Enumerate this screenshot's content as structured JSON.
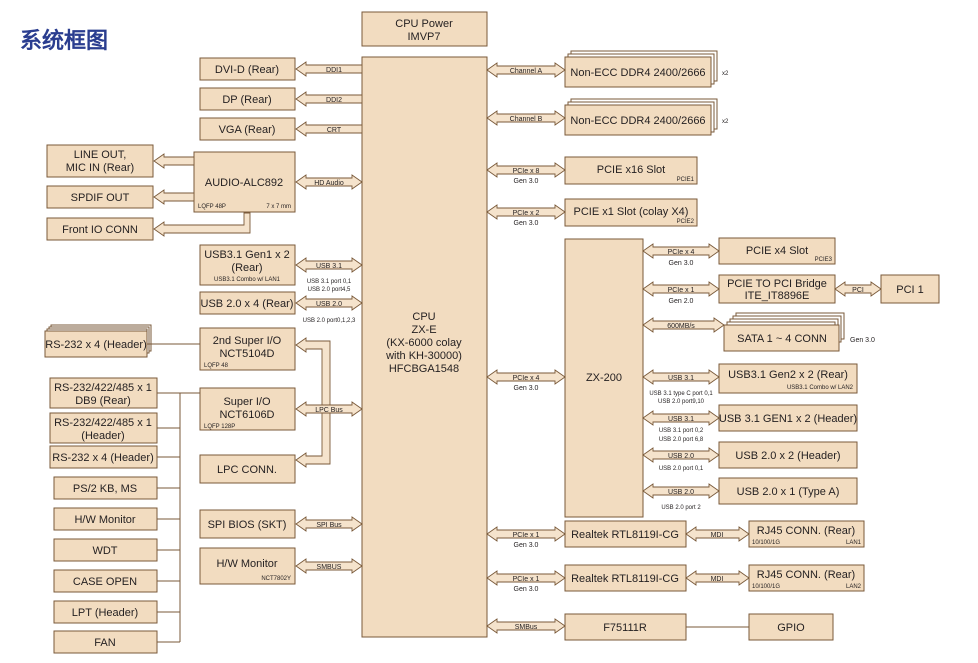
{
  "title": "系统框图",
  "cpu_power": {
    "line1": "CPU Power",
    "line2": "IMVP7"
  },
  "cpu": {
    "lines": [
      "CPU",
      "ZX-E",
      "(KX-6000 colay",
      "with KH-30000)",
      "HFCBGA1548"
    ]
  },
  "chipset": "ZX-200",
  "left_outputs": {
    "dvi": {
      "label": "DVI-D (Rear)",
      "bus": "DDI1"
    },
    "dp": {
      "label": "DP (Rear)",
      "bus": "DDI2"
    },
    "vga": {
      "label": "VGA (Rear)",
      "bus": "CRT"
    }
  },
  "audio": {
    "label": "AUDIO-ALC892",
    "pkg": "LQFP 48P",
    "size": "7 x 7 mm",
    "bus": "HD Audio",
    "line_out": [
      "LINE OUT,",
      "MIC IN (Rear)"
    ],
    "spdif": "SPDIF OUT",
    "front_io": "Front IO CONN"
  },
  "usb31": {
    "lines": [
      "USB3.1 Gen1 x 2",
      "(Rear)"
    ],
    "sub": "USB3.1 Combo w/ LAN1",
    "bus": "USB 3.1",
    "note1": "USB 3.1 port 0,1",
    "note2": "USB 2.0 port4,5"
  },
  "usb20": {
    "label": "USB 2.0 x 4 (Rear)",
    "bus": "USB 2.0",
    "note": "USB 2.0 port0,1,2,3"
  },
  "sio2": {
    "lines": [
      "2nd Super I/O",
      "NCT5104D"
    ],
    "pkg": "LQFP 48"
  },
  "sio1": {
    "lines": [
      "Super I/O",
      "NCT6106D"
    ],
    "pkg": "LQFP 128P"
  },
  "lpc_bus": "LPC Bus",
  "lpc_conn": "LPC CONN.",
  "spi": {
    "label": "SPI BIOS (SKT)",
    "bus": "SPI Bus"
  },
  "hwmon": {
    "label": "H/W Monitor",
    "sub": "NCT7802Y",
    "bus": "SMBUS"
  },
  "left_boxes": {
    "rs232_4a": "RS-232 x 4 (Header)",
    "rs485_db9": [
      "RS-232/422/485 x 1",
      "DB9 (Rear)"
    ],
    "rs485_hdr": [
      "RS-232/422/485 x 1",
      "(Header)"
    ],
    "rs232_4b": "RS-232 x 4 (Header)",
    "ps2": "PS/2 KB, MS",
    "hwmon": "H/W Monitor",
    "wdt": "WDT",
    "case": "CASE OPEN",
    "lpt": "LPT (Header)",
    "fan": "FAN"
  },
  "memory": [
    {
      "label": "Non-ECC DDR4 2400/2666",
      "bus": "Channel A",
      "count": "x2"
    },
    {
      "label": "Non-ECC DDR4 2400/2666",
      "bus": "Channel B",
      "count": "x2"
    }
  ],
  "pcie_x16": {
    "label": "PCIE x16 Slot",
    "tag": "PCIE1",
    "bus": "PCIe x 8",
    "gen": "Gen 3.0"
  },
  "pcie_x1": {
    "label": "PCIE x1 Slot (colay X4)",
    "tag": "PCIE2",
    "bus": "PCIe x 2",
    "gen": "Gen 3.0"
  },
  "cpu_chipset_link": {
    "bus": "PCIe x 4",
    "gen": "Gen 3.0"
  },
  "chipset_links": {
    "pcie_x4": {
      "label": "PCIE x4 Slot",
      "tag": "PCIE3",
      "bus": "PCIe x 4",
      "gen": "Gen 3.0"
    },
    "pci_bridge": {
      "lines": [
        "PCIE TO PCI Bridge",
        "ITE_IT8896E"
      ],
      "bus": "PCIe x 1",
      "gen": "Gen 2.0",
      "pci_bus": "PCI",
      "pci": "PCI 1"
    },
    "sata": {
      "label": "SATA 1 ~ 4 CONN",
      "bus": "600MB/s",
      "gen": "Gen 3.0"
    },
    "usb31g2": {
      "label": "USB3.1 Gen2 x 2 (Rear)",
      "sub": "USB3.1 Combo w/ LAN2",
      "bus": "USB 3.1",
      "note1": "USB 3.1 type C port 0,1",
      "note2": "USB 2.0 port9,10"
    },
    "usb31hdr": {
      "label": "USB 3.1 GEN1 x 2 (Header)",
      "bus": "USB 3.1",
      "note1": "USB 3.1 port 0,2",
      "note2": "USB 2.0 port 6,8"
    },
    "usb20x2": {
      "label": "USB 2.0 x 2 (Header)",
      "bus": "USB 2.0",
      "note": "USB 2.0 port 0,1"
    },
    "usb20x1": {
      "label": "USB 2.0 x 1 (Type A)",
      "bus": "USB 2.0",
      "note": "USB 2.0 port 2"
    }
  },
  "lan": [
    {
      "label": "Realtek RTL8119I-CG",
      "bus": "PCIe x 1",
      "gen": "Gen 3.0",
      "mdi": "MDI",
      "rj45": "RJ45 CONN. (Rear)",
      "speed": "10/100/1G",
      "tag": "LAN1"
    },
    {
      "label": "Realtek RTL8119I-CG",
      "bus": "PCIe x 1",
      "gen": "Gen 3.0",
      "mdi": "MDI",
      "rj45": "RJ45 CONN. (Rear)",
      "speed": "10/100/1G",
      "tag": "LAN2"
    }
  ],
  "smbus_cpu": "SMBus",
  "f75111": "F75111R",
  "gpio": "GPIO",
  "colors": {
    "box_fill": "#f2dcc0",
    "box_stroke": "#7a5a3a",
    "arrow_fill": "#f5e3cc",
    "title": "#2a3d8f"
  }
}
